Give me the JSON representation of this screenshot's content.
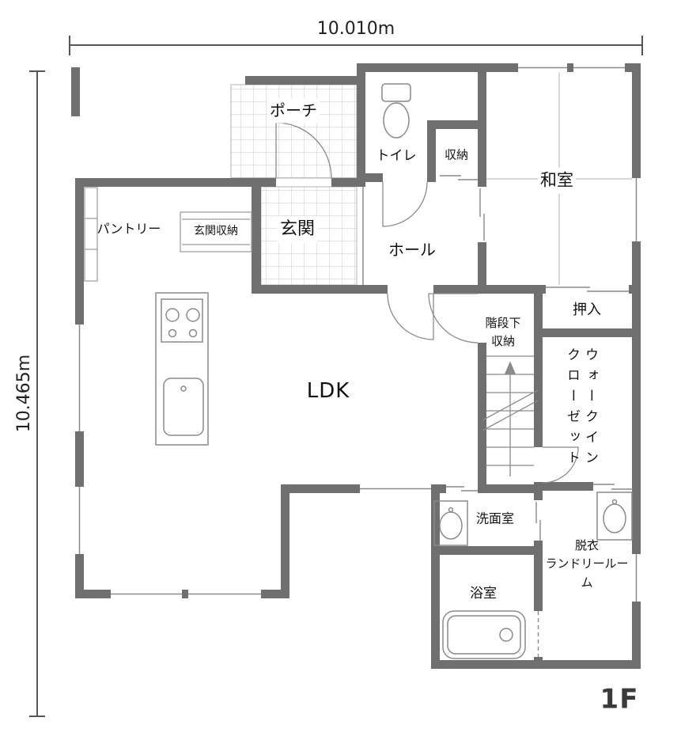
{
  "meta": {
    "floor_label": "1F"
  },
  "dimensions": {
    "width": "10.010m",
    "height": "10.465m"
  },
  "rooms": {
    "porch": "ポーチ",
    "toilet": "トイレ",
    "storage": "収納",
    "washitsu": "和室",
    "pantry": "パントリー",
    "entrance_storage": "玄関収納",
    "entrance": "玄関",
    "hall": "ホール",
    "oshiire": "押入",
    "under_stairs": "階段下\n収納",
    "ldk": "LDK",
    "walk_in_closet": "ウォークイン\nクローゼット",
    "washroom": "洗面室",
    "laundry": "脱衣\nランドリールーム",
    "bathroom": "浴室"
  },
  "colors": {
    "wall": "#6f6f6f",
    "thin_line": "#8a8a8a",
    "grid_line": "#c9c9c9",
    "dimension_line": "#555555",
    "text": "#111111"
  }
}
